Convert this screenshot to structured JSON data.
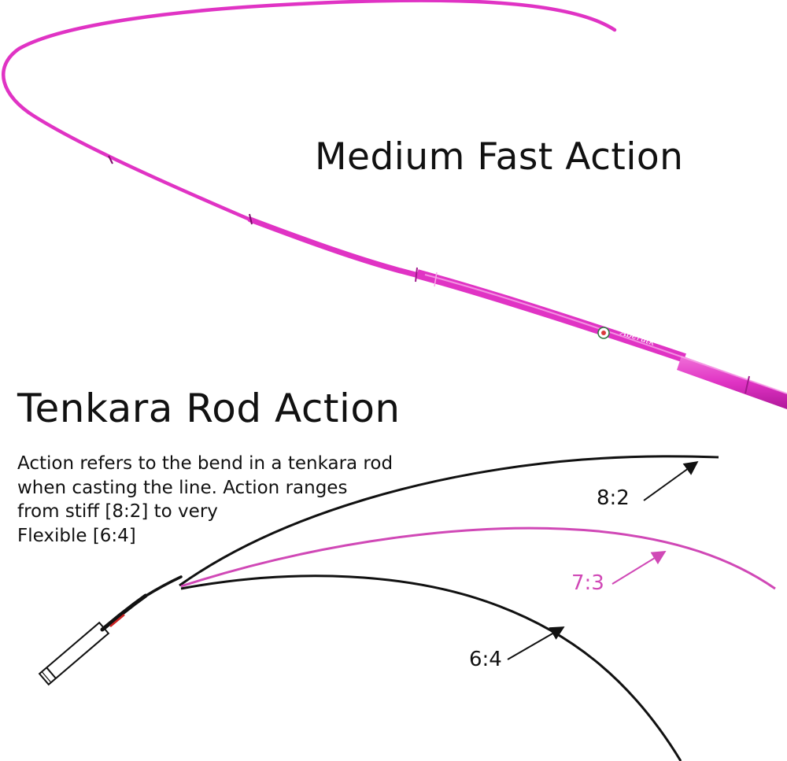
{
  "headlines": {
    "medium_fast": "Medium Fast Action",
    "rod_action": "Tenkara Rod Action"
  },
  "description": {
    "lines": [
      "Action refers to the bend in a tenkara rod",
      "when casting the line. Action ranges",
      "from stiff [8:2] to very",
      "Flexible [6:4]"
    ]
  },
  "action_ratios": [
    {
      "label": "8:2",
      "color": "#111111"
    },
    {
      "label": "7:3",
      "color": "#d048b6"
    },
    {
      "label": "6:4",
      "color": "#111111"
    }
  ],
  "colors": {
    "rod_pink": "#e033c4",
    "rod_pink_dark": "#c21fa8",
    "curve_pink": "#d048b6",
    "ink": "#111111",
    "handle_red": "#cc2222"
  },
  "rod_graphic": {
    "brand": "Aberutk"
  }
}
